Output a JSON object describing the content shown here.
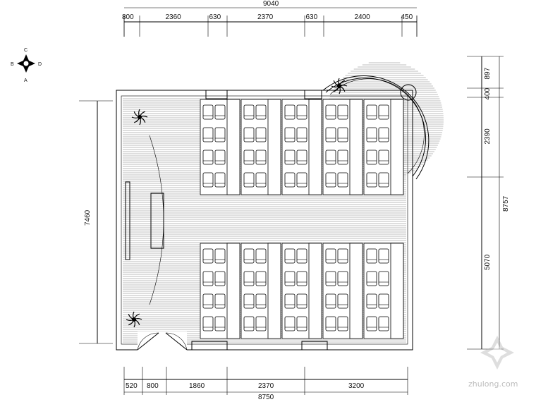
{
  "plan": {
    "top_total": "9040",
    "top_segments": [
      "800",
      "2360",
      "630",
      "2370",
      "630",
      "2400",
      "450"
    ],
    "bottom_segments": [
      "520",
      "800",
      "1860",
      "2370",
      "3200"
    ],
    "bottom_total": "8750",
    "left_height": "7460",
    "right_segments": [
      "897",
      "400",
      "2390",
      "5070"
    ],
    "right_total": "8757",
    "compass": {
      "north": "C",
      "south": "A",
      "west": "B",
      "east": "D"
    },
    "seat_blocks": 2,
    "seat_columns_per_block": 5,
    "seat_rows_per_block": 4,
    "seats_per_desk_column": 2
  },
  "watermark": {
    "text": "zhulong.com"
  }
}
